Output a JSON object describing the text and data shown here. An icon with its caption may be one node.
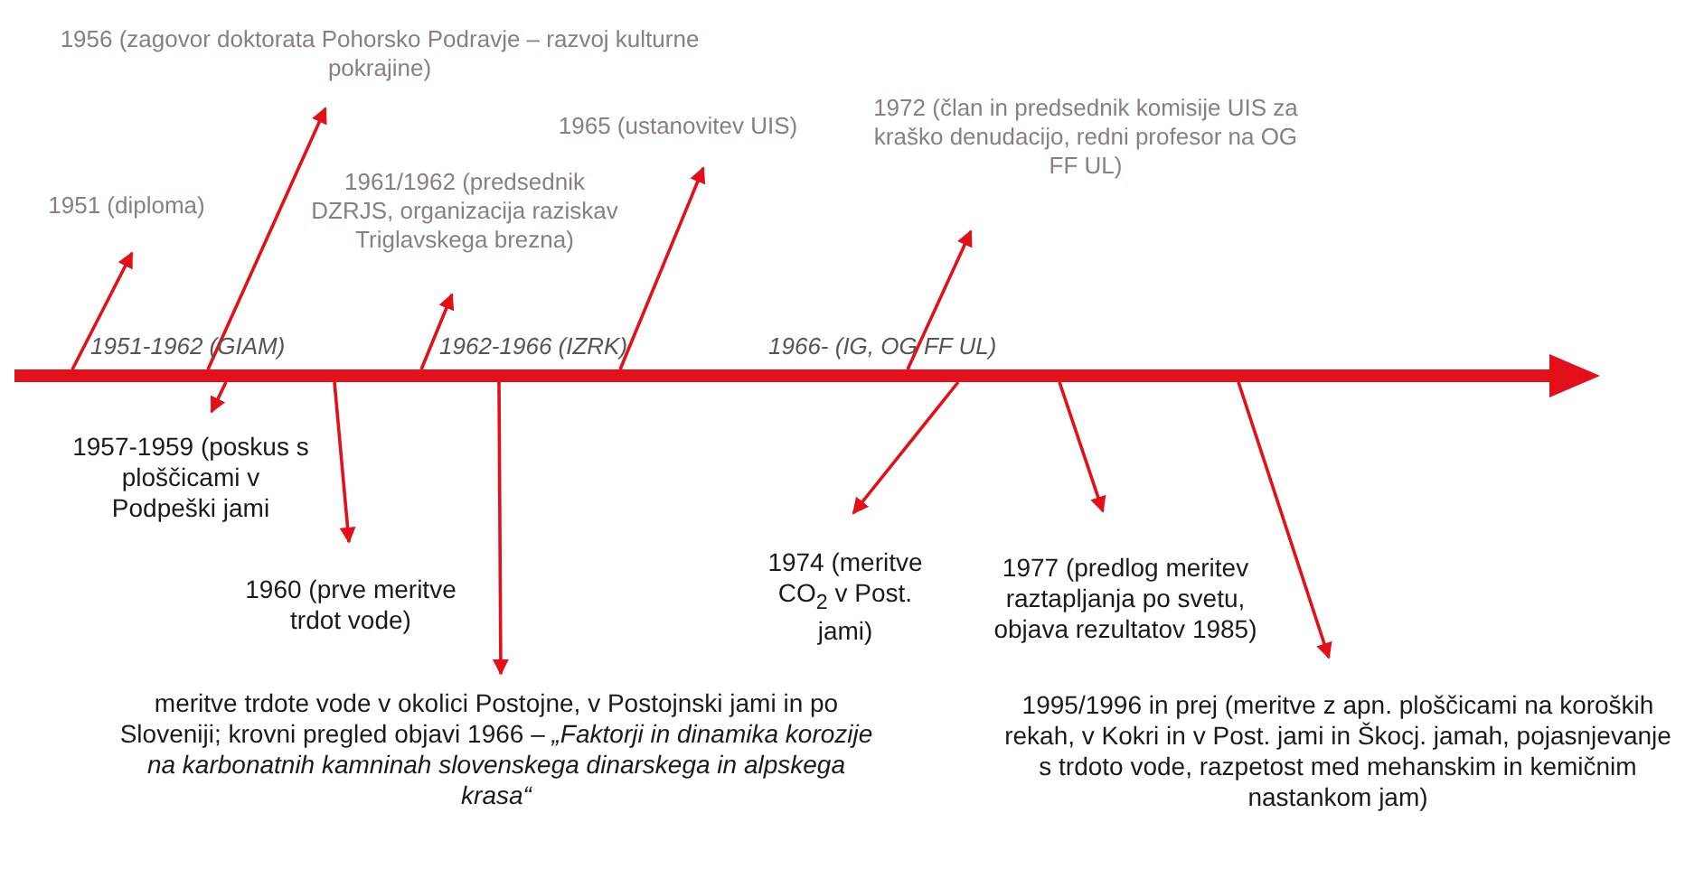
{
  "diagram": {
    "nodes": [
      {
        "text": [],
        "shape": "bar"
      },
      {
        "text": [
          "1951 (diploma)"
        ]
      },
      {
        "text": [
          "1956 (zagovor doktorata Pohorsko Podravje – razvoj kulturne pokrajine)"
        ]
      },
      {
        "text": [
          "1961/1962 (predsednik DZRJS, organizacija raziskav Triglavskega brezna)"
        ]
      },
      {
        "text": [
          "1965 (ustanovitev UIS)"
        ]
      },
      {
        "text": [
          "1972 (član in predsednik komisije UIS za kraško denudacijo, redni profesor na OG FF UL)"
        ]
      },
      {
        "text": [
          "1957-1959 (poskus s ploščicami v Podpeški jami"
        ]
      },
      {
        "text": [
          "1960 (prve meritve trdot vode)"
        ]
      },
      {
        "text": [
          "1974 (meritve CO$_{2}$ v Post. jami)"
        ]
      },
      {
        "text": [
          "1977 (predlog meritev raztapljanja po svetu, objava rezultatov 1985)"
        ]
      },
      {
        "text": [
          "meritve trdote vode v okolici Postojne, v Postojnski jami in po Sloveniji; krovni pregled objavi 1966 – *„Faktorji in dinamika korozije na karbonatnih kamninah slovenskega dinarskega in alpskega krasa“*"
        ]
      },
      {
        "text": [
          "1995/1996 in prej (meritve z apn. ploščicami na koroških rekah, v Kokri in v Post. jami in Škocj. jamah, pojasnjevanje s trdoto vode, razpetost med mehanskim in kemičnim nastankom jam)"
        ]
      }
    ],
    "edges": [
      {
        "from": 0,
        "to": 1,
        "arrow": "to"
      },
      {
        "from": 0,
        "to": 2,
        "arrow": "to"
      },
      {
        "from": 0,
        "to": 3,
        "arrow": "to"
      },
      {
        "from": 0,
        "to": 4,
        "arrow": "to"
      },
      {
        "from": 0,
        "to": 5,
        "arrow": "to"
      },
      {
        "from": 0,
        "to": 6,
        "arrow": "to"
      },
      {
        "from": 0,
        "to": 7,
        "arrow": "to"
      },
      {
        "from": 0,
        "to": 8,
        "arrow": "to"
      },
      {
        "from": 0,
        "to": 9,
        "arrow": "to"
      },
      {
        "from": 0,
        "to": 10,
        "arrow": "to"
      },
      {
        "from": 0,
        "to": 11,
        "arrow": "to"
      }
    ],
    "labels": [
      "1951-1962 (GIAM)",
      "1962-1966 (IZRK)",
      "1966- (IG, OG FF UL)"
    ]
  }
}
